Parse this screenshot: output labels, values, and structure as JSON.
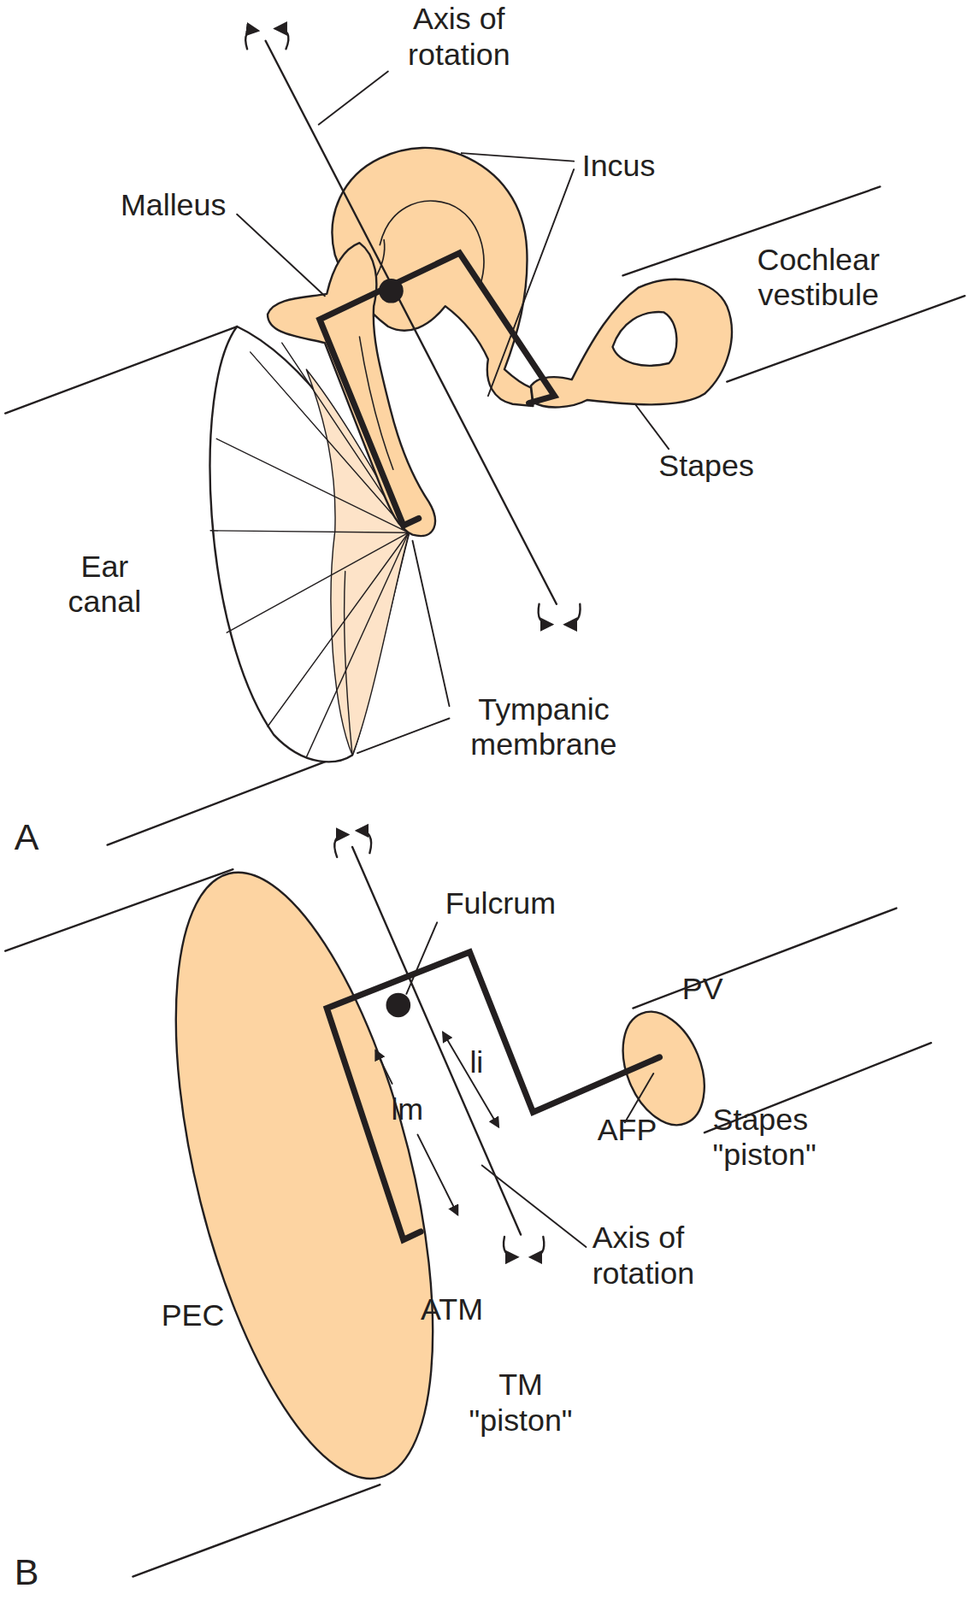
{
  "diagram": {
    "labels": [
      "Axis of rotation",
      "Incus",
      "Malleus",
      "Cochlear vestibule",
      "Stapes",
      "Ear canal",
      "Tympanic membrane",
      "A",
      "Fulcrum",
      "PV",
      "li",
      "lm",
      "AFP",
      "Stapes \"piston\"",
      "PEC",
      "ATM",
      "TM \"piston\"",
      "Axis of rotation",
      "B"
    ]
  }
}
